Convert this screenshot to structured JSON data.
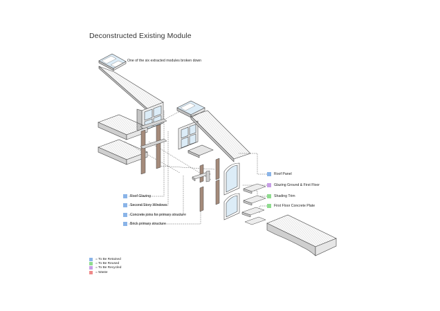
{
  "title": "Deconstructed Existing Module",
  "note": "One of the six extracted modules broken down",
  "labels_left": [
    {
      "text": "Roof Glazing",
      "color": "#8ab4e8"
    },
    {
      "text": "Second Story Windows",
      "color": "#8ab4e8"
    },
    {
      "text": "Concrete joins for primary structure",
      "color": "#8ab4e8"
    },
    {
      "text": "Brick primary structure",
      "color": "#8ab4e8"
    }
  ],
  "labels_right": [
    {
      "text": "Roof Panel",
      "color": "#8ab4e8"
    },
    {
      "text": "Glazing Ground & First Floor",
      "color": "#c79ee6"
    },
    {
      "text": "Shading Trim",
      "color": "#8fdc8f"
    },
    {
      "text": "First Floor Concrete Plate",
      "color": "#8fdc8f"
    }
  ],
  "legend": [
    {
      "text": "= To Be Retained",
      "color": "#8ab4e8"
    },
    {
      "text": "= To Be Reused",
      "color": "#8fdc8f"
    },
    {
      "text": "= To Be Recycled",
      "color": "#c79ee6"
    },
    {
      "text": "= Waste",
      "color": "#ef8a8a"
    }
  ],
  "colors": {
    "glass": "#dcecf7",
    "brick": "#a58b7b",
    "panel": "#d9d9d9",
    "panel_dark": "#b9b9b9",
    "line": "#555555"
  }
}
